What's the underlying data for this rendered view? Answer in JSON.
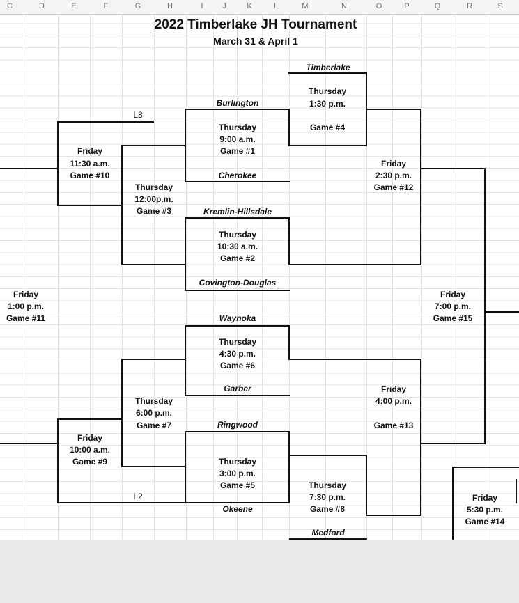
{
  "columns": [
    "C",
    "D",
    "E",
    "F",
    "G",
    "H",
    "I",
    "J",
    "K",
    "L",
    "M",
    "N",
    "O",
    "P",
    "Q",
    "R",
    "S"
  ],
  "title": "2022 Timberlake JH Tournament",
  "subtitle": "March 31 & April 1",
  "teams": {
    "timberlake": "Timberlake",
    "burlington": "Burlington",
    "cherokee": "Cherokee",
    "kremlin": "Kremlin-Hillsdale",
    "covington": "Covington-Douglas",
    "waynoka": "Waynoka",
    "garber": "Garber",
    "ringwood": "Ringwood",
    "okeene": "Okeene",
    "medford": "Medford"
  },
  "labels": {
    "l8": "L8",
    "l2": "L2"
  },
  "games": {
    "g1": {
      "day": "Thursday",
      "time": "9:00 a.m.",
      "game": "Game #1"
    },
    "g2": {
      "day": "Thursday",
      "time": "10:30 a.m.",
      "game": "Game #2"
    },
    "g3": {
      "day": "Thursday",
      "time": "12:00p.m.",
      "game": "Game #3"
    },
    "g4": {
      "day": "Thursday",
      "time": "1:30 p.m.",
      "game": "Game #4"
    },
    "g5": {
      "day": "Thursday",
      "time": "3:00 p.m.",
      "game": "Game #5"
    },
    "g6": {
      "day": "Thursday",
      "time": "4:30 p.m.",
      "game": "Game #6"
    },
    "g7": {
      "day": "Thursday",
      "time": "6:00 p.m.",
      "game": "Game #7"
    },
    "g8": {
      "day": "Thursday",
      "time": "7:30 p.m.",
      "game": "Game #8"
    },
    "g9": {
      "day": "Friday",
      "time": "10:00 a.m.",
      "game": "Game #9"
    },
    "g10": {
      "day": "Friday",
      "time": "11:30 a.m.",
      "game": "Game #10"
    },
    "g11": {
      "day": "Friday",
      "time": "1:00 p.m.",
      "game": "Game #11"
    },
    "g12": {
      "day": "Friday",
      "time": "2:30 p.m.",
      "game": "Game #12"
    },
    "g13": {
      "day": "Friday",
      "time": "4:00 p.m.",
      "game": "Game #13"
    },
    "g14": {
      "day": "Friday",
      "time": "5:30 p.m.",
      "game": "Game #14"
    },
    "g15": {
      "day": "Friday",
      "time": "7:00 p.m.",
      "game": "Game #15"
    }
  }
}
